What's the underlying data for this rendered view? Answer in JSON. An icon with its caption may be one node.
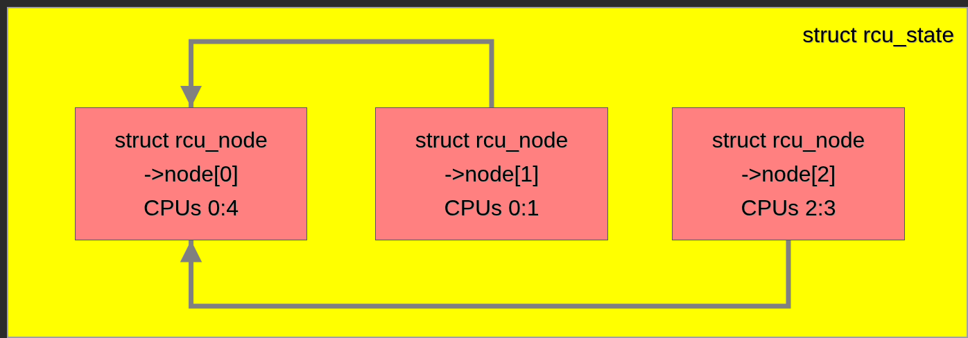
{
  "diagram": {
    "nodes": [
      {
        "text": [
          "struct rcu_state"
        ]
      },
      {
        "text": [
          "struct rcu_node",
          "->node[0]",
          "CPUs 0:4"
        ],
        "in": 0
      },
      {
        "text": [
          "struct rcu_node",
          "->node[1]",
          "CPUs 0:1"
        ],
        "in": 0
      },
      {
        "text": [
          "struct rcu_node",
          "->node[2]",
          "CPUs 2:3"
        ],
        "in": 0
      }
    ],
    "edges": [
      {
        "from": 2,
        "to": 1,
        "arrow": "to"
      },
      {
        "from": 3,
        "to": 1,
        "arrow": "to"
      }
    ]
  }
}
